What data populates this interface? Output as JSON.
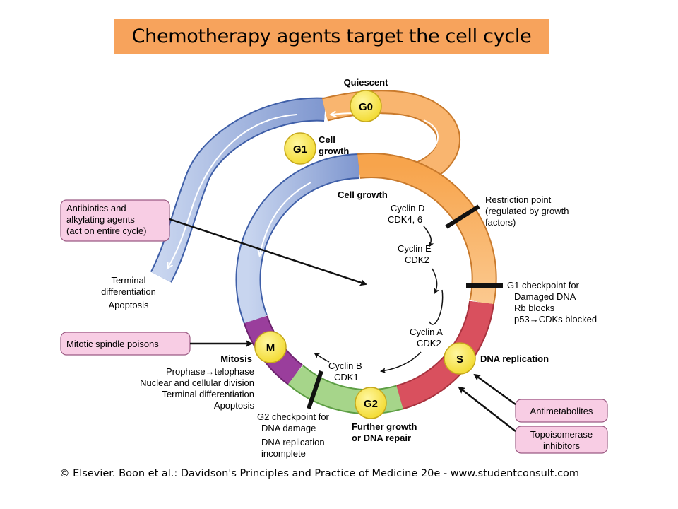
{
  "title": "Chemotherapy agents target the cell cycle",
  "phases": {
    "g0": {
      "label": "G0",
      "caption": "Quiescent"
    },
    "g1": {
      "label": "G1",
      "caption_lines": [
        "Cell",
        "growth"
      ]
    },
    "s": {
      "label": "S",
      "caption": "DNA replication"
    },
    "g2": {
      "label": "G2",
      "caption_lines": [
        "Further growth",
        "or DNA repair"
      ]
    },
    "m": {
      "label": "M",
      "caption": "Mitosis",
      "details": [
        "Prophase→telophase",
        "Nuclear and cellular division",
        "Terminal differentiation",
        "Apoptosis"
      ]
    }
  },
  "inner_labels": {
    "cell_growth": "Cell growth",
    "cyclin_d": [
      "Cyclin D",
      "CDK4, 6"
    ],
    "cyclin_e": [
      "Cyclin E",
      "CDK2"
    ],
    "cyclin_a": [
      "Cyclin A",
      "CDK2"
    ],
    "cyclin_b": [
      "Cyclin B",
      "CDK1"
    ]
  },
  "checkpoints": {
    "restriction": [
      "Restriction point",
      "(regulated by growth",
      "factors)"
    ],
    "g1": [
      "G1 checkpoint for",
      "Damaged DNA",
      "Rb blocks",
      "p53→CDKs blocked"
    ],
    "g2": [
      "G2 checkpoint for",
      "DNA damage",
      "DNA replication",
      "incomplete"
    ]
  },
  "exit_labels": [
    "Terminal",
    "differentiation",
    "Apoptosis"
  ],
  "drug_boxes": {
    "antibiotics": [
      "Antibiotics and",
      "alkylating agents",
      "(act on entire cycle)"
    ],
    "spindle": "Mitotic spindle poisons",
    "antimetabolites": "Antimetabolites",
    "topoisomerase": [
      "Topoisomerase",
      "inhibitors"
    ]
  },
  "credit": "© Elsevier. Boon et al.: Davidson's Principles and Practice of Medicine 20e - www.studentconsult.com",
  "colors": {
    "title_bg": "#f7a35c",
    "g1_band": "#b9c8e6",
    "g0_band": "#f9b56f",
    "s_band": "#d9505e",
    "g2_band": "#a6d58a",
    "m_band": "#9a3e9c",
    "phase_circle": "#f7e54b",
    "drug_box": "#f8cde4"
  }
}
